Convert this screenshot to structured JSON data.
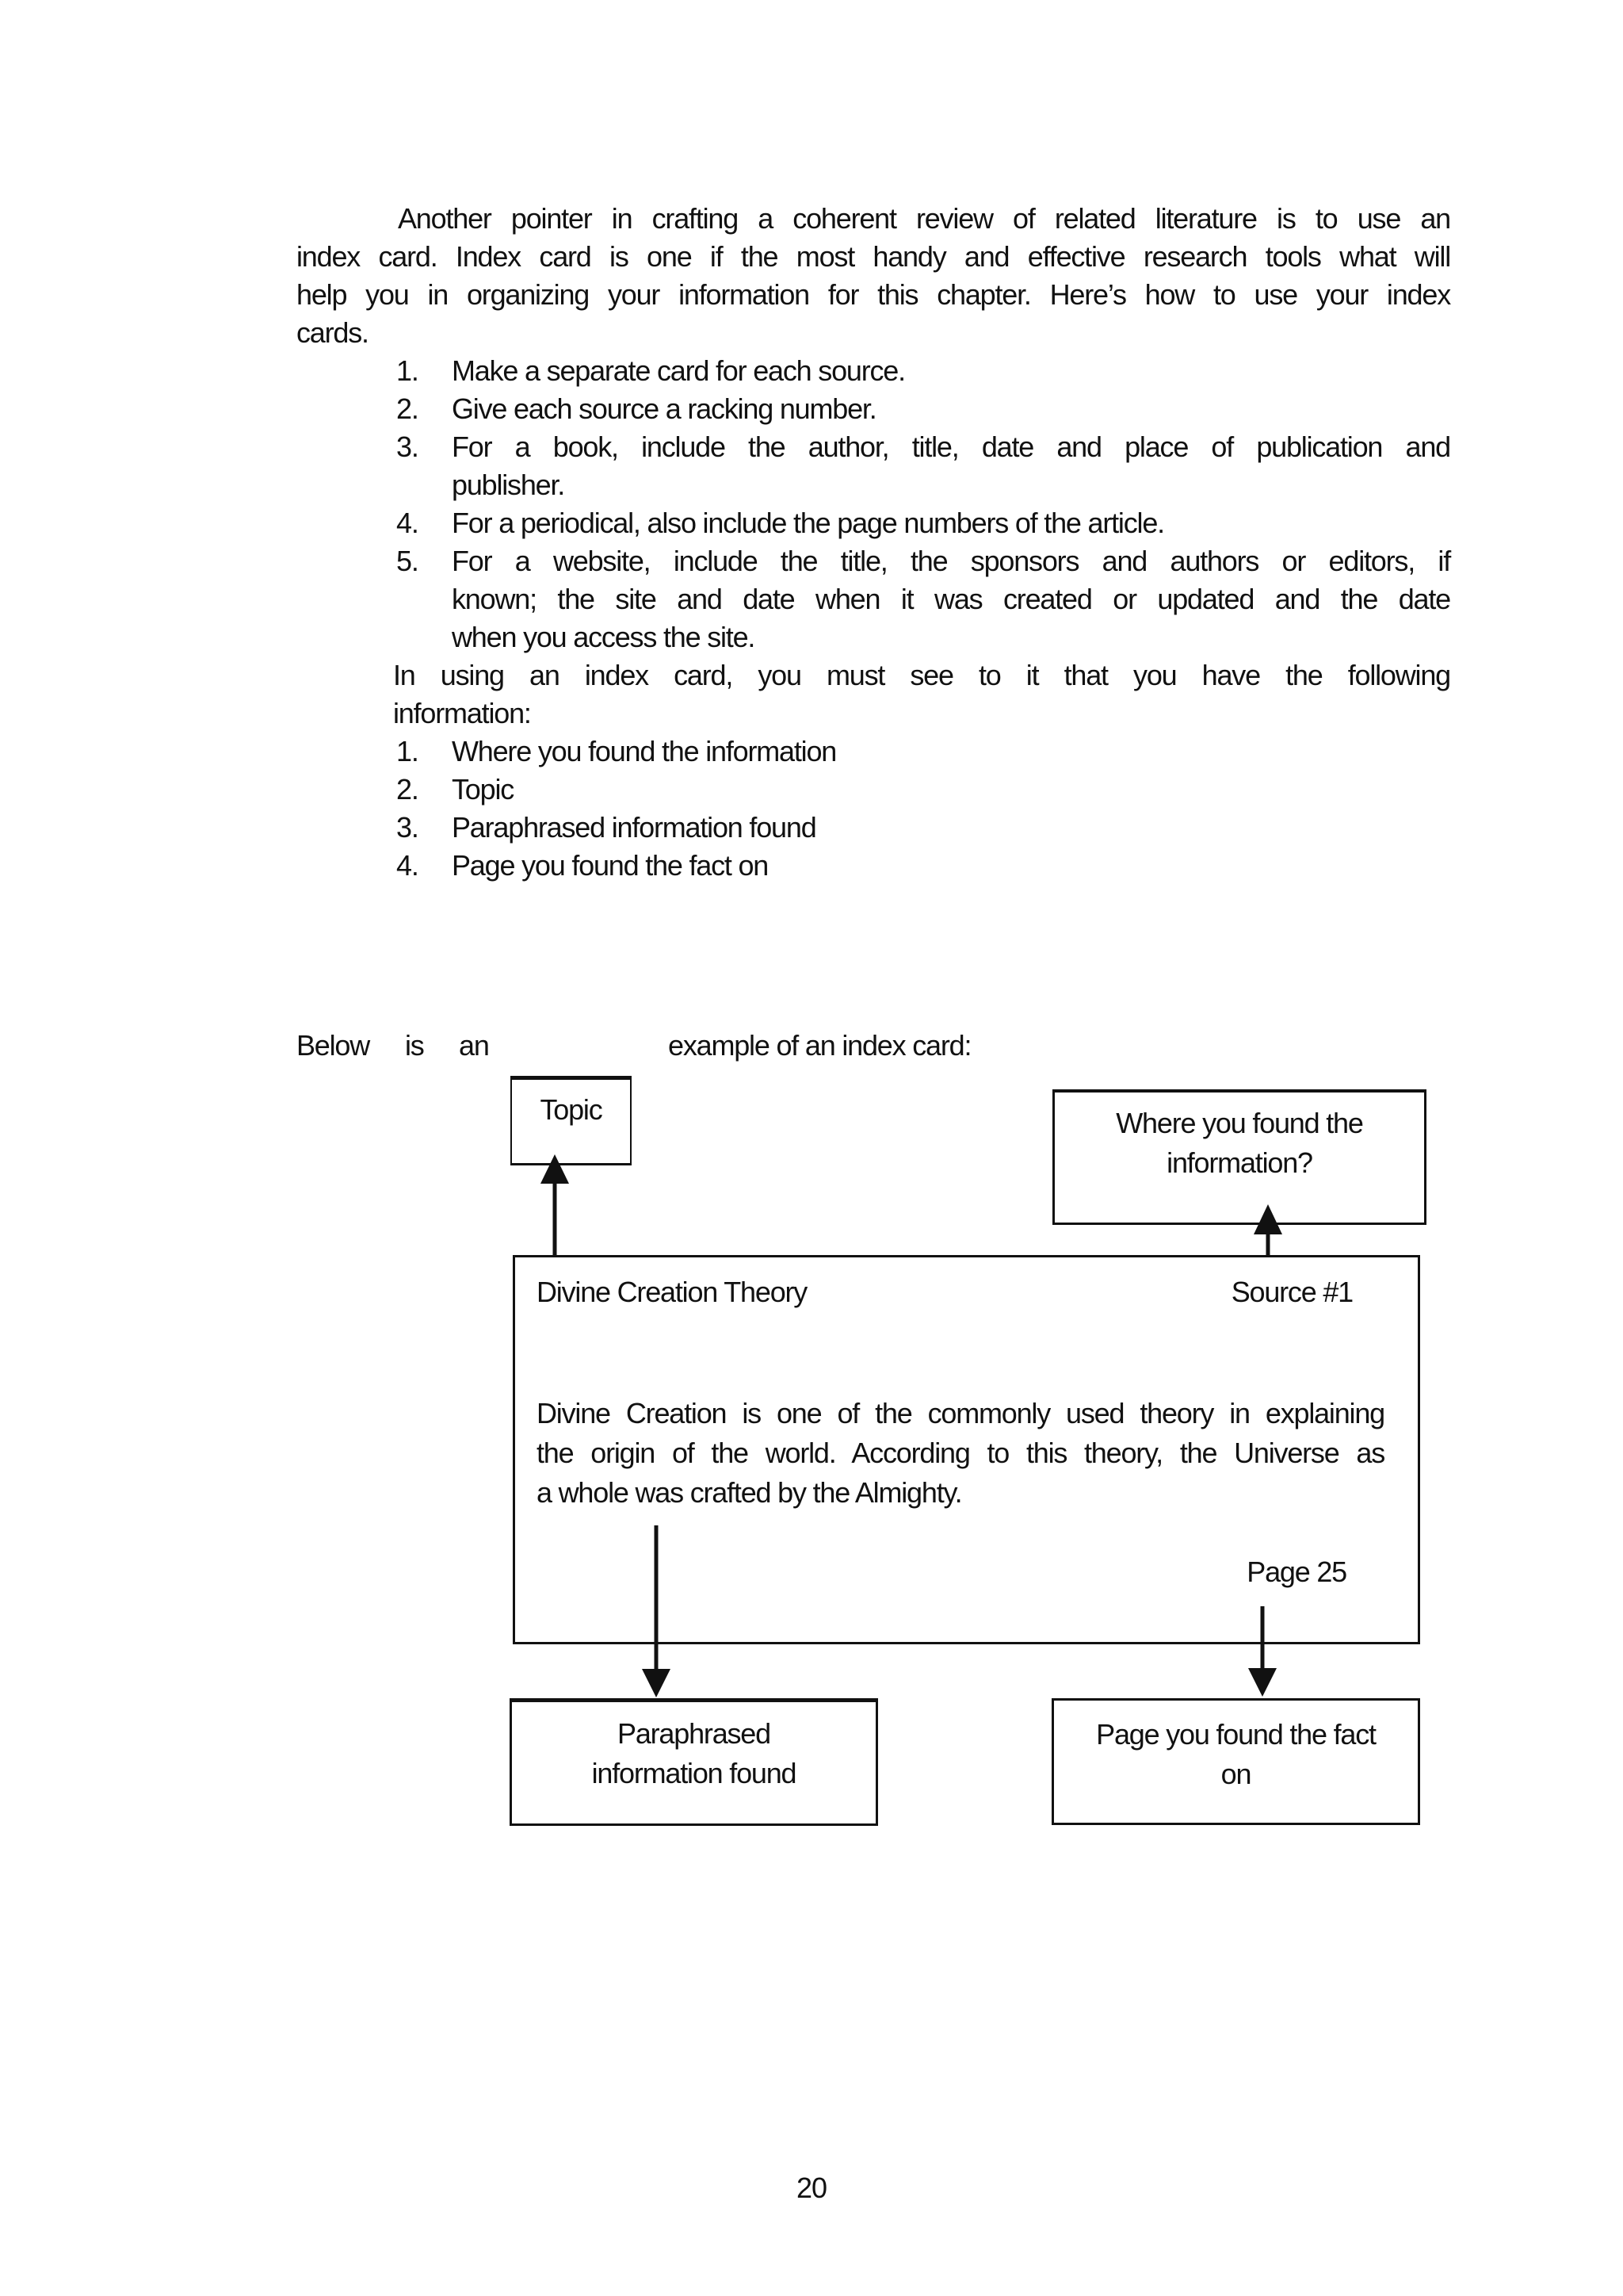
{
  "intro": {
    "lines": [
      "Another pointer in crafting a coherent review of related literature is to use an",
      "index card. Index card is one if the most handy and effective research tools what will",
      "help you in organizing your information for this chapter. Here’s how to use your index",
      "cards."
    ]
  },
  "list1": {
    "items": [
      {
        "number": "1.",
        "lines": [
          "Make a separate card for each source."
        ]
      },
      {
        "number": "2.",
        "lines": [
          "Give each source a racking number."
        ]
      },
      {
        "number": "3.",
        "lines": [
          "For a book, include the author, title, date and place of publication and",
          "publisher."
        ]
      },
      {
        "number": "4.",
        "lines": [
          "For a periodical, also include the page numbers of the article."
        ]
      },
      {
        "number": "5.",
        "lines": [
          "For a website, include the title, the sponsors and authors or editors, if",
          "known; the site and date when it was created or updated and the date",
          "when you access the site."
        ]
      }
    ]
  },
  "using_note": {
    "lines": [
      "In using an index card, you must see to it that you have the following",
      "information:"
    ]
  },
  "list2": {
    "items": [
      {
        "number": "1.",
        "text": "Where you found the information"
      },
      {
        "number": "2.",
        "text": "Topic"
      },
      {
        "number": "3.",
        "text": "Paraphrased information found"
      },
      {
        "number": "4.",
        "text": "Page you found the fact on"
      }
    ]
  },
  "caption": {
    "word1": "Below",
    "word2": "is",
    "word3": "an",
    "rest": "example of an index card:"
  },
  "diagram": {
    "topic_box": {
      "label": "Topic"
    },
    "where_box": {
      "line1": "Where you found the",
      "line2": "information?"
    },
    "card": {
      "title": "Divine Creation Theory",
      "source": "Source #1",
      "body_lines": [
        "Divine Creation is one of the commonly used theory in explaining",
        "the origin of the world. According to this theory, the Universe as",
        "a whole was crafted by the Almighty."
      ],
      "page_ref": "Page 25"
    },
    "paraphrased_box": {
      "line1": "Paraphrased",
      "line2": "information found"
    },
    "page_box": {
      "line1": "Page you found the fact",
      "line2": "on"
    }
  },
  "footer": {
    "page_number": "20"
  },
  "colors": {
    "ink": "#111111",
    "paper": "#ffffff"
  }
}
